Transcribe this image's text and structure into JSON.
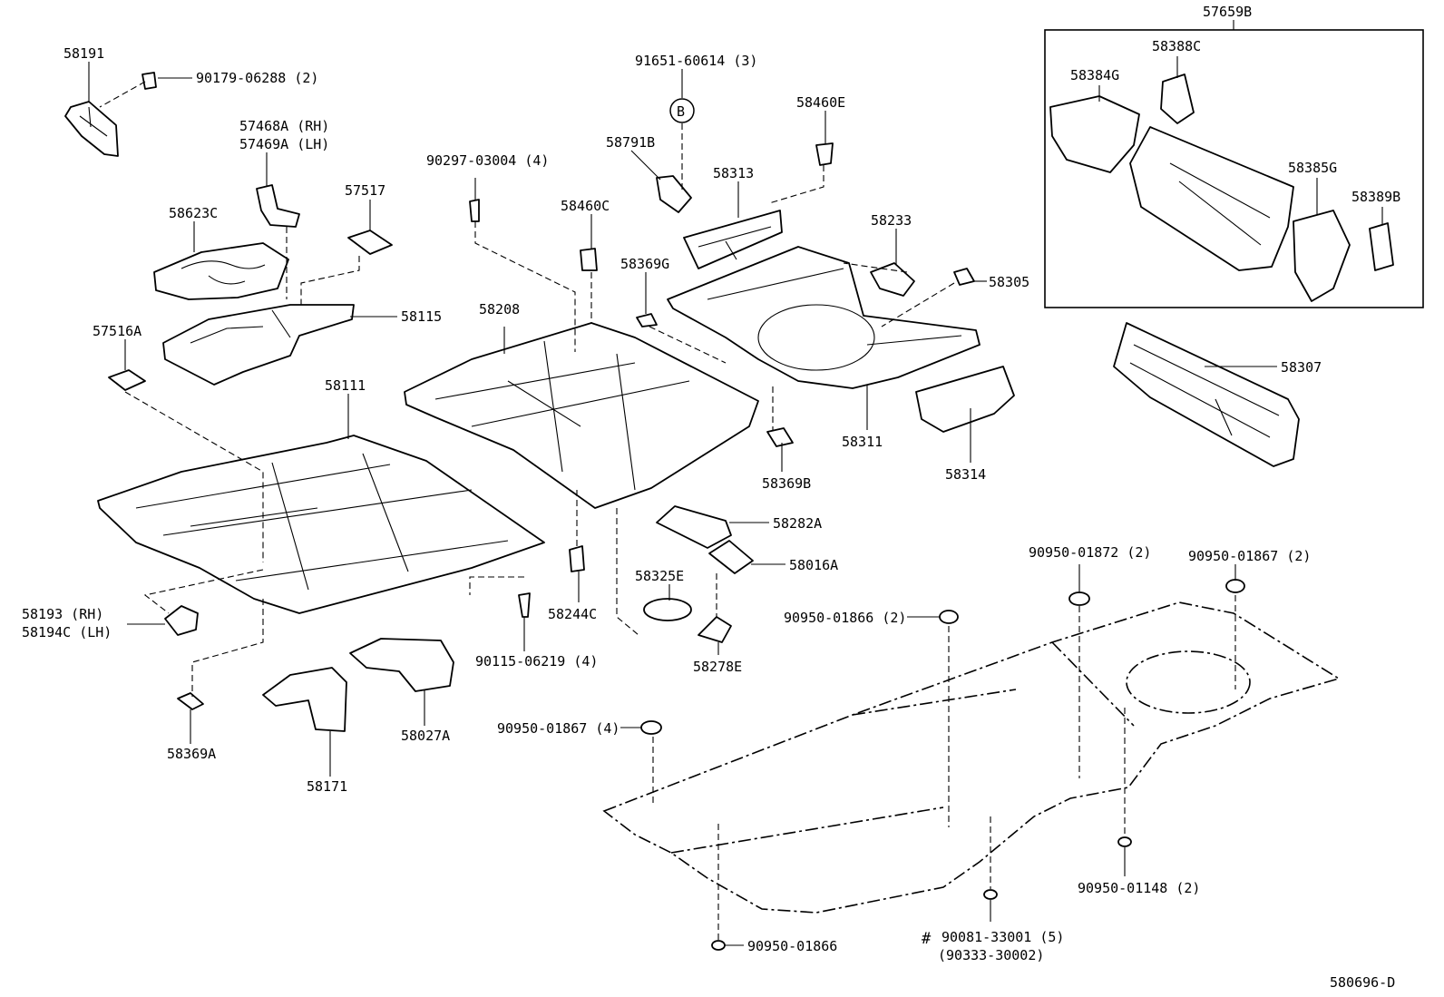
{
  "diagram_id": "580696-D",
  "callout_marker": "B",
  "hash_mark": "#",
  "inset": {
    "label": "57659B"
  },
  "labels": {
    "p58191": "58191",
    "p90179": "90179-06288 (2)",
    "p57468a": "57468A (RH)",
    "p57469a": "57469A (LH)",
    "p57517": "57517",
    "p58623c": "58623C",
    "p58115": "58115",
    "p57516a": "57516A",
    "p58111": "58111",
    "p58193": "58193  (RH)",
    "p58194c": "58194C (LH)",
    "p58369a": "58369A",
    "p58171": "58171",
    "p58027a": "58027A",
    "p90297": "90297-03004 (4)",
    "p58208": "58208",
    "p58460c": "58460C",
    "p91651": "91651-60614 (3)",
    "p58791b": "58791B",
    "p58313": "58313",
    "p58460e": "58460E",
    "p58369g": "58369G",
    "p58233": "58233",
    "p58305": "58305",
    "p58311": "58311",
    "p58314": "58314",
    "p58369b": "58369B",
    "p58282a": "58282A",
    "p58016a": "58016A",
    "p58325e": "58325E",
    "p58244c": "58244C",
    "p58278e": "58278E",
    "p90115": "90115-06219 (4)",
    "p58384g": "58384G",
    "p58388c": "58388C",
    "p58385g": "58385G",
    "p58389b": "58389B",
    "p58307": "58307",
    "p90950_01872": "90950-01872 (2)",
    "p90950_01867a": "90950-01867 (2)",
    "p90950_01866a": "90950-01866 (2)",
    "p90950_01867b": "90950-01867 (4)",
    "p90950_01148": "90950-01148 (2)",
    "p90950_01866b": "90950-01866",
    "p90081": "90081-33001 (5)",
    "p90333": "(90333-30002)"
  }
}
